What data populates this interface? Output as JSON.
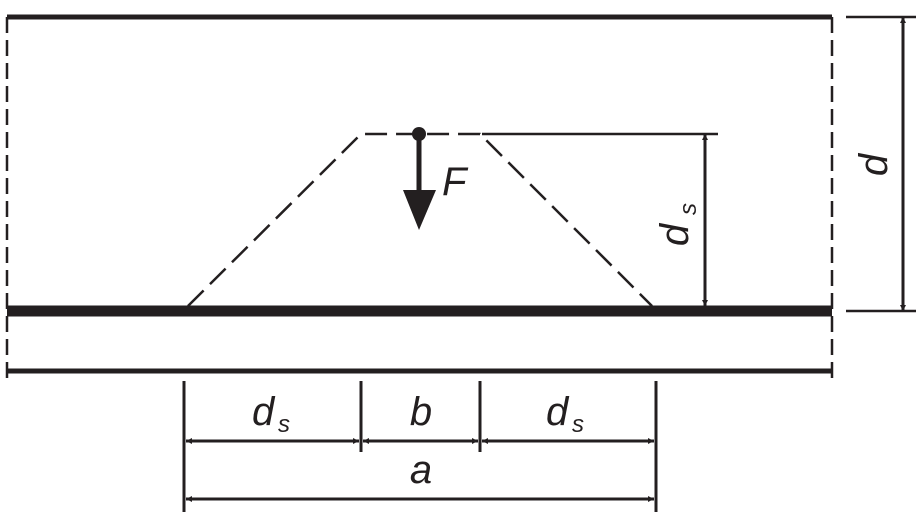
{
  "labels": {
    "force": "F",
    "depth_total": "d",
    "depth_s_main": "d",
    "depth_s_sub": "s",
    "dim_left_main": "d",
    "dim_left_sub": "s",
    "dim_b": "b",
    "dim_right_main": "d",
    "dim_right_sub": "s",
    "dim_a": "a"
  },
  "colors": {
    "stroke": "#231f20"
  }
}
